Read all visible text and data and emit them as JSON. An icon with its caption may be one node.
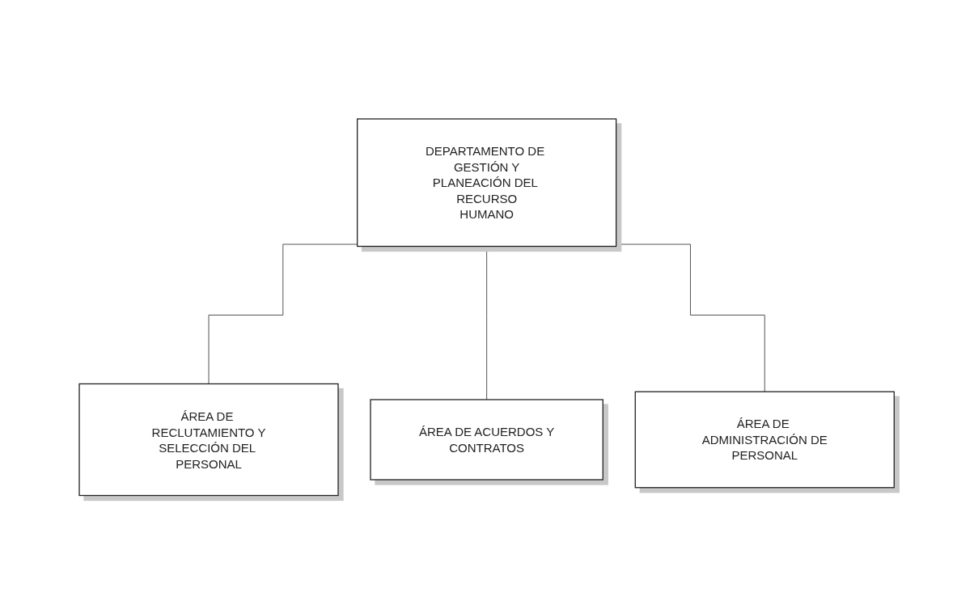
{
  "diagram": {
    "nodes": [
      {
        "text": [
          "DEPARTAMENTO DE GESTIÓN Y PLANEACIÓN DEL RECURSO HUMANO"
        ]
      },
      {
        "text": [
          "ÁREA DE RECLUTAMIENTO Y SELECCIÓN DEL PERSONAL"
        ]
      },
      {
        "text": [
          "ÁREA DE ACUERDOS Y CONTRATOS"
        ]
      },
      {
        "text": [
          "ÁREA DE ADMINISTRACIÓN DE PERSONAL"
        ]
      }
    ],
    "edges": [
      {
        "from": 0,
        "to": 1,
        "arrow": "none"
      },
      {
        "from": 0,
        "to": 2,
        "arrow": "none"
      },
      {
        "from": 0,
        "to": 3,
        "arrow": "none"
      }
    ]
  }
}
